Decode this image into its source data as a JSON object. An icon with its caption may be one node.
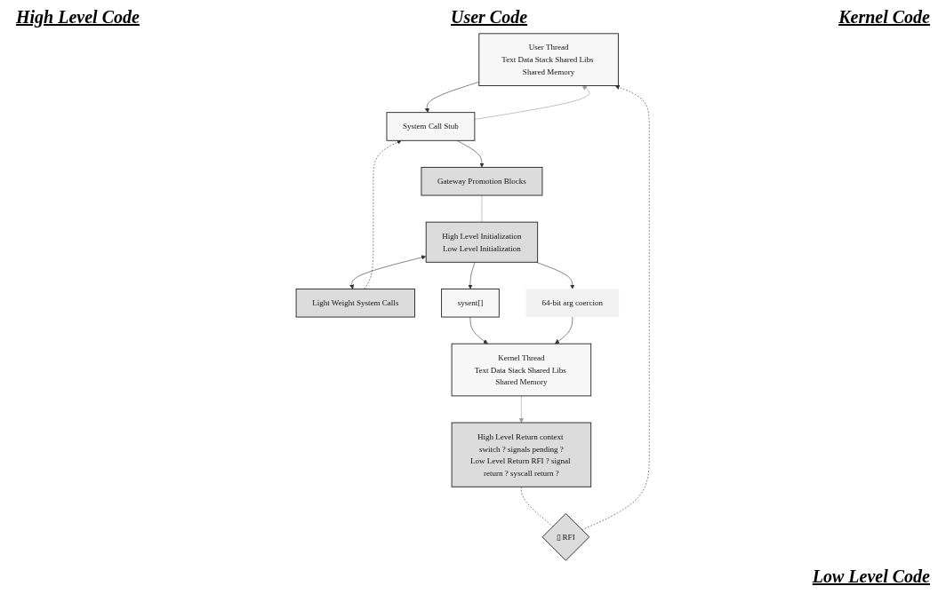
{
  "diagram": {
    "nodes": [
      {
        "text": [
          "User Thread",
          "Text Data Stack Shared Libs Shared Memory"
        ]
      },
      {
        "text": [
          "System Call Stub"
        ]
      },
      {
        "text": [
          "Gateway Promotion Blocks"
        ]
      },
      {
        "text": [
          "Light Weight System Calls"
        ]
      },
      {
        "text": [
          "▯ RFI"
        ]
      },
      {
        "text": [
          "sysent[]"
        ]
      },
      {
        "text": [
          "Kernel Thread",
          "Text Data Stack Shared Libs Shared Memory"
        ]
      },
      {
        "text": [
          "64-bit arg coercion"
        ]
      },
      {
        "text": [
          "High Level Initialization",
          "Low Level Initialization"
        ]
      },
      {
        "text": [
          "High Level Return context switch ? signals pending ?",
          "Low Level Return RFI ? signal return ? syscall return ?"
        ]
      }
    ],
    "edges": [
      {
        "from": 0,
        "to": 1,
        "arrow": "to"
      },
      {
        "from": 1,
        "to": 2,
        "arrow": "to"
      },
      {
        "from": 2,
        "to": 8,
        "arrow": "none",
        "color": "#999999"
      },
      {
        "from": 8,
        "to": 3,
        "arrow": "both"
      },
      {
        "from": 8,
        "to": 5,
        "arrow": "to"
      },
      {
        "from": 8,
        "to": 7,
        "arrow": "to"
      },
      {
        "from": 5,
        "to": 6,
        "arrow": "to"
      },
      {
        "from": 7,
        "to": 6,
        "arrow": "to"
      },
      {
        "from": 6,
        "to": 9,
        "arrow": "to",
        "color": "#999999"
      },
      {
        "from": 9,
        "to": 4,
        "arrow": "none",
        "style": "dashed"
      },
      {
        "from": 4,
        "to": 0,
        "arrow": "to",
        "style": "dashed"
      },
      {
        "from": 3,
        "to": 1,
        "arrow": "to",
        "style": "dashed"
      },
      {
        "from": 1,
        "to": 0,
        "arrow": "to",
        "color": "#999999"
      }
    ],
    "labels": [
      "High Level Code",
      "User Code",
      "Kernel Code",
      "Low Level Code"
    ]
  }
}
